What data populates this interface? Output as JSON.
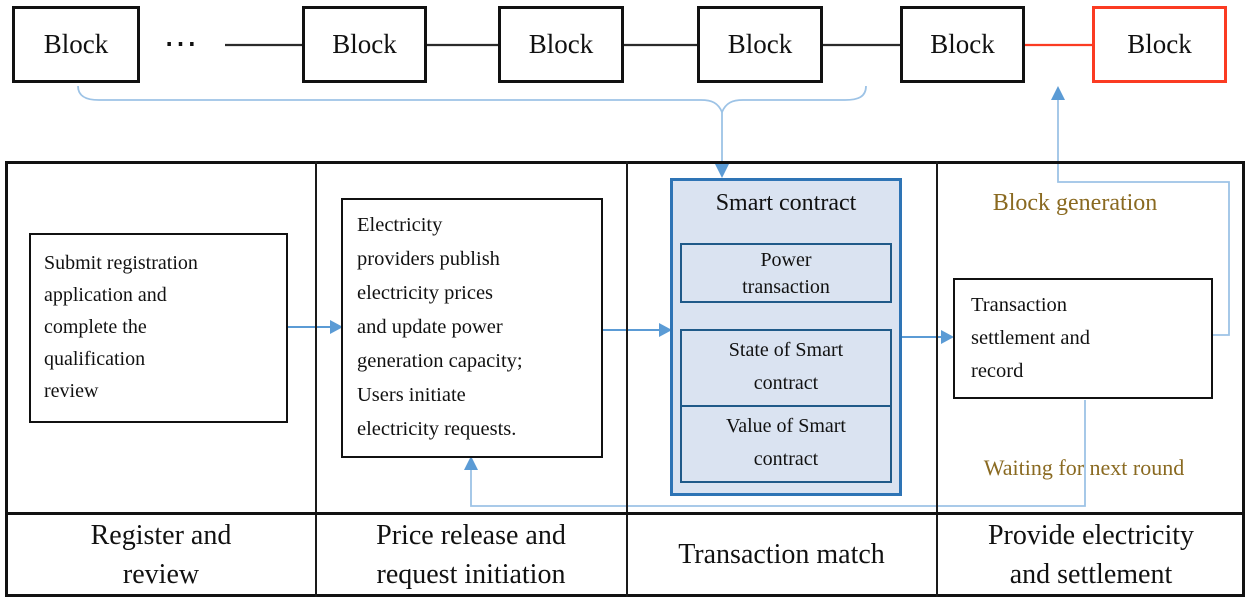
{
  "blockchain": {
    "blocks": [
      "Block",
      "Block",
      "Block",
      "Block",
      "Block",
      "Block"
    ],
    "ellipsis": "⋯"
  },
  "colors": {
    "new_block_red": "#fb3b22",
    "flow_arrow_blue": "#5b9bd5",
    "thin_line_blue": "#9dc3e6",
    "gold_label": "#8a6a21",
    "contract_fill": "#dae3f1",
    "contract_border": "#2e74b5",
    "contract_inner_border": "#1f5a89"
  },
  "phases": {
    "register": {
      "box": "Submit registration\napplication and\ncomplete the\nqualification\nreview",
      "label": "Register and\nreview"
    },
    "price": {
      "box": "Electricity\nproviders publish\nelectricity prices\nand update power\ngeneration capacity;\nUsers initiate\nelectricity requests.",
      "label": "Price release and\nrequest initiation"
    },
    "match": {
      "contract_title": "Smart contract",
      "contract_items": [
        "Power\ntransaction",
        "State of Smart\ncontract",
        "Value of Smart\ncontract"
      ],
      "label": "Transaction match"
    },
    "provide": {
      "box": "Transaction\nsettlement and\nrecord",
      "generation_label": "Block generation",
      "waiting_label": "Waiting for next round",
      "label": "Provide electricity\nand settlement"
    }
  }
}
